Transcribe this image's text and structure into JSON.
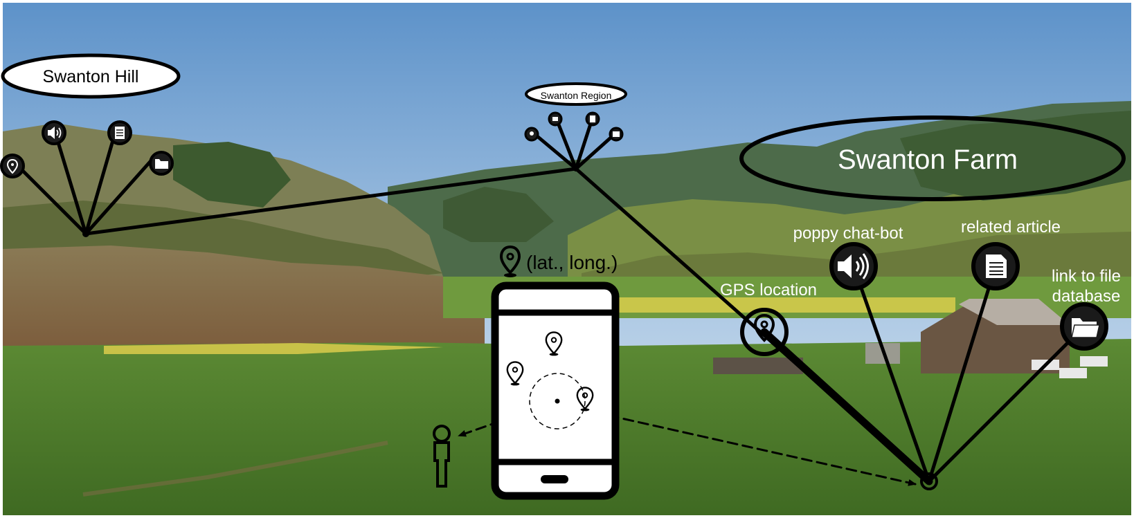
{
  "regions": {
    "hill": {
      "title": "Swanton Hill"
    },
    "region": {
      "title": "Swanton Region"
    },
    "farm": {
      "title": "Swanton Farm"
    }
  },
  "farm_links": {
    "gps": {
      "label": "GPS location",
      "icon": "map-pin-icon"
    },
    "chatbot": {
      "label": "poppy chat-bot",
      "icon": "speaker-icon"
    },
    "article": {
      "label": "related article",
      "icon": "document-icon"
    },
    "database": {
      "label_line1": "link to file",
      "label_line2": "database",
      "icon": "folder-icon"
    }
  },
  "phone": {
    "coords_label": "(lat., long.)"
  },
  "colors": {
    "sky_top": "#5f92c8",
    "sky_bottom": "#d9e6f1",
    "field": "#4e7a2a",
    "hills": "#6b7a45",
    "line": "#000000",
    "label_on_photo": "#ffffff"
  }
}
